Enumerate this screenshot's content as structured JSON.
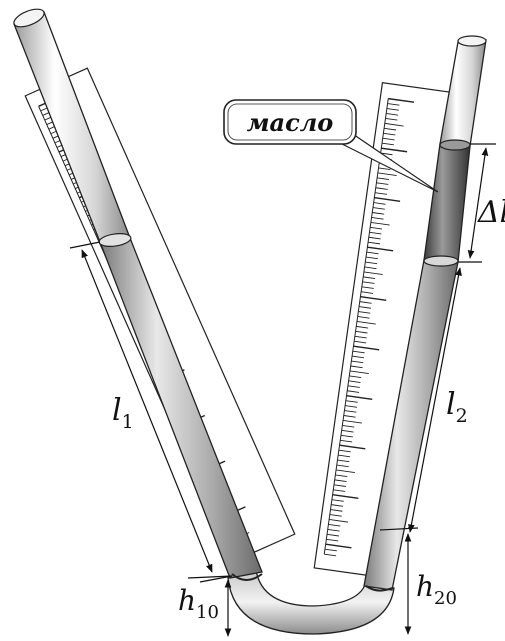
{
  "callout": {
    "text": "масло"
  },
  "labels": {
    "l1": {
      "main": "l",
      "sub": "1"
    },
    "l2": {
      "main": "l",
      "sub": "2"
    },
    "h10": {
      "main": "h",
      "sub": "10"
    },
    "h20": {
      "main": "h",
      "sub": "20"
    },
    "delta": {
      "main": "Δl"
    }
  },
  "colors": {
    "tube": "#e6e6e6",
    "liquid": "#a8a8a8",
    "oil": "#6f6f6f",
    "stroke": "#222222"
  }
}
